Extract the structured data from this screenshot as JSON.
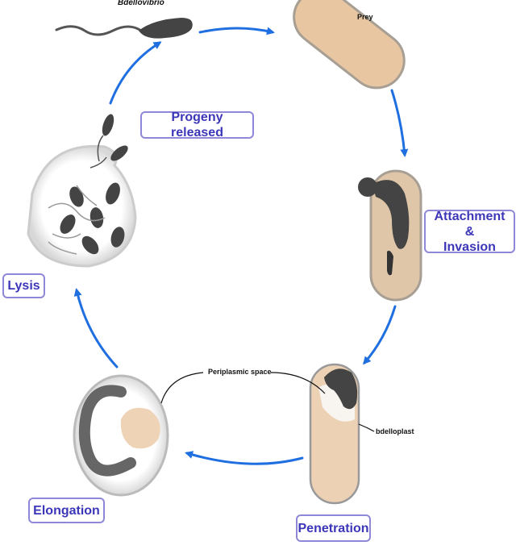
{
  "labels": {
    "bdellovibrio": "Bdellovibrio",
    "prey": "Prey",
    "periplasmic_space": "Periplasmic space",
    "bdelloplast": "bdelloplast"
  },
  "stages": {
    "attachment_line1": "Attachment &",
    "attachment_line2": "Invasion",
    "penetration": "Penetration",
    "elongation": "Elongation",
    "lysis": "Lysis",
    "progeny": "Progeny released"
  },
  "colors": {
    "arrow": "#1f6fe0",
    "box_border": "#8f88d8",
    "box_text": "#3c36b8",
    "prey_fill": "#e8c6a2",
    "prey_stroke": "#a89f94",
    "bdellovibrio_body": "#444444"
  }
}
